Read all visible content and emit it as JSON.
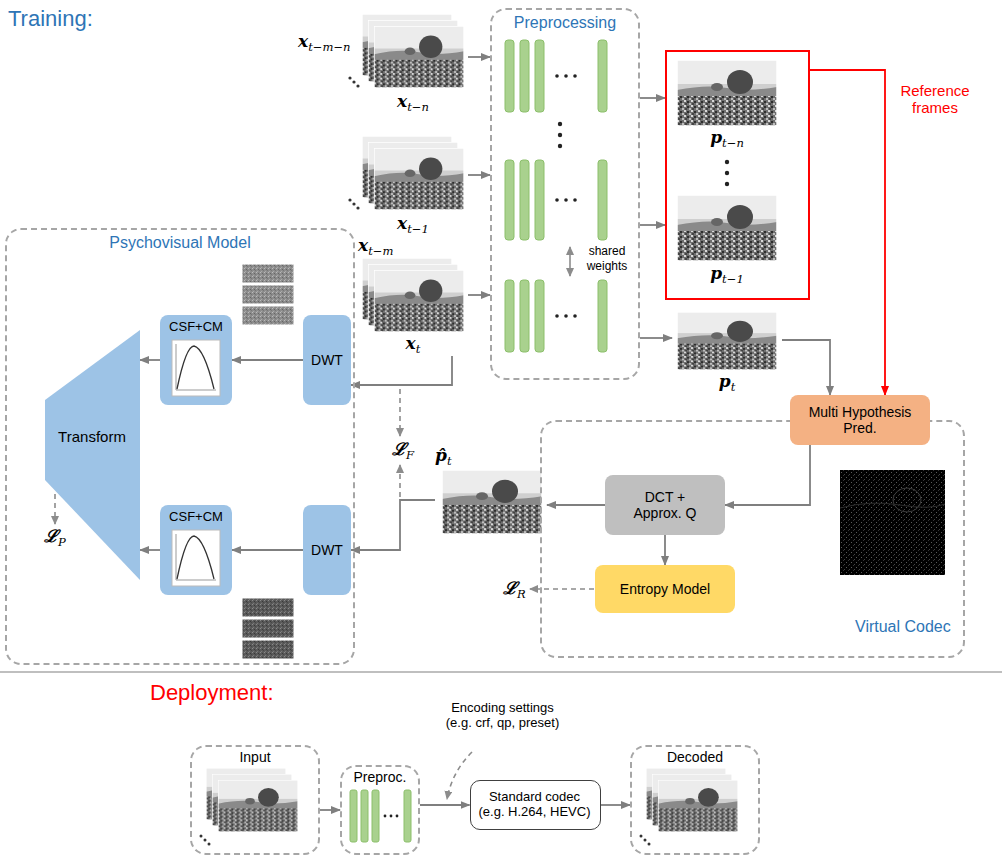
{
  "diagram": {
    "nodes": [
      {
        "text": [
          "xt−m−n",
          "xt−n"
        ]
      },
      {
        "text": [
          "xt−1"
        ]
      },
      {
        "text": [
          "xt−m",
          "xt"
        ]
      },
      {
        "text": [
          "Preprocessing"
        ]
      },
      {
        "text": [
          "pt−n",
          "pt−1"
        ]
      },
      {
        "text": [
          "pt"
        ]
      },
      {
        "text": [
          "Psychovisual Model"
        ]
      },
      {
        "text": [
          "DWT"
        ],
        "in": 6
      },
      {
        "text": [
          "CSF+CM"
        ],
        "in": 6
      },
      {
        "text": [
          "Transform"
        ],
        "in": 6
      },
      {
        "text": [
          "CSF+CM"
        ],
        "in": 6
      },
      {
        "text": [
          "DWT"
        ],
        "in": 6
      },
      {
        "text": [
          "Virtual Codec"
        ]
      },
      {
        "text": [
          "Multi Hypothesis Pred."
        ],
        "in": 12
      },
      {
        "text": [
          "DCT + Approx. Q"
        ],
        "in": 12
      },
      {
        "text": [
          "Entropy Model"
        ],
        "in": 12
      },
      {
        "text": [
          "p̂t"
        ]
      },
      {
        "text": [
          "Input"
        ]
      },
      {
        "text": [
          "Preproc."
        ]
      },
      {
        "text": [
          "Standard codec (e.g. H.264, HEVC)"
        ]
      },
      {
        "text": [
          "Decoded"
        ]
      }
    ],
    "edges": [
      {
        "from": 0,
        "to": 3,
        "arrow": "to"
      },
      {
        "from": 1,
        "to": 3,
        "arrow": "to"
      },
      {
        "from": 2,
        "to": 3,
        "arrow": "to"
      },
      {
        "from": 3,
        "to": 4,
        "arrow": "to"
      },
      {
        "from": 3,
        "to": 4,
        "arrow": "to"
      },
      {
        "from": 3,
        "to": 5,
        "arrow": "to"
      },
      {
        "from": 2,
        "to": 7,
        "arrow": "to"
      },
      {
        "from": 5,
        "to": 13,
        "arrow": "to"
      },
      {
        "from": 4,
        "to": 13,
        "label": "Reference frames",
        "arrow": "to"
      },
      {
        "from": 13,
        "to": 14,
        "arrow": "to"
      },
      {
        "from": 14,
        "to": 16,
        "arrow": "to"
      },
      {
        "from": 14,
        "to": 15,
        "arrow": "to"
      },
      {
        "from": 16,
        "to": 11,
        "arrow": "to"
      },
      {
        "from": 7,
        "to": 8,
        "arrow": "to"
      },
      {
        "from": 11,
        "to": 10,
        "arrow": "to"
      },
      {
        "from": 8,
        "to": 9,
        "arrow": "to"
      },
      {
        "from": 10,
        "to": 9,
        "arrow": "to"
      },
      {
        "from": 17,
        "to": 18,
        "arrow": "to"
      },
      {
        "from": 18,
        "to": 19,
        "arrow": "to"
      },
      {
        "from": 19,
        "to": 20,
        "arrow": "to"
      }
    ],
    "labels": [
      "Training:",
      "shared weights",
      "ℒF",
      "ℒP",
      "ℒR",
      "Deployment:",
      "Encoding settings (e.g. crf, qp, preset)"
    ]
  }
}
